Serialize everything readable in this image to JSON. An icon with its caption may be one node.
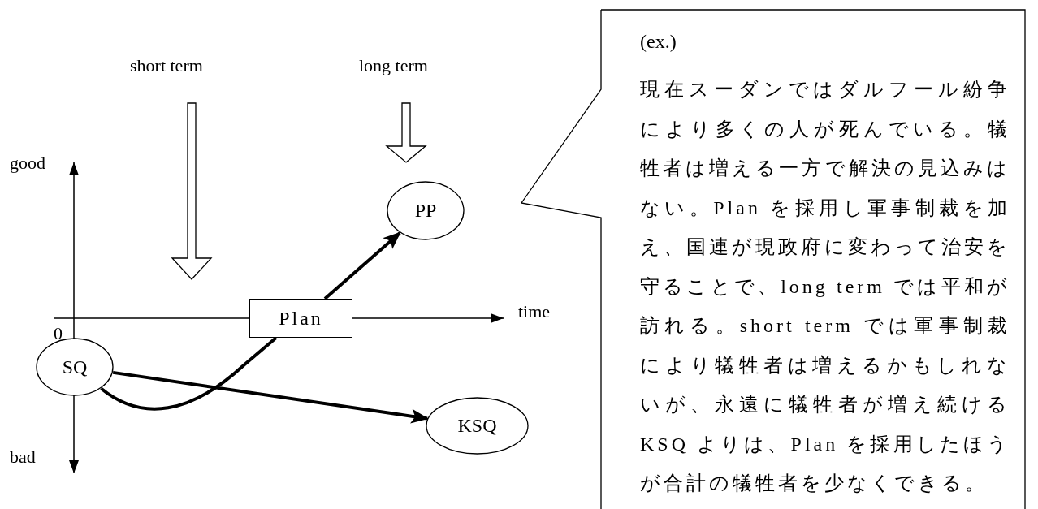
{
  "diagram": {
    "nodes": [
      {
        "text": [
          "SQ"
        ]
      },
      {
        "text": [
          "Plan"
        ]
      },
      {
        "text": [
          "PP"
        ]
      },
      {
        "text": [
          "KSQ"
        ]
      },
      {
        "text": [
          "(ex.)",
          "現在スーダンではダルフール紛争により多くの人が死んでいる。犠牲者は増える一方で解決の見込みはない。Plan を採用し軍事制裁を加え、国連が現政府に変わって治安を守ることで、long term では平和が訪れる。short term では軍事制裁により犠牲者は増えるかもしれないが、永遠に犠牲者が増え続ける KSQ よりは、Plan を採用したほうが合計の犠牲者を少なくできる。"
        ]
      }
    ],
    "edges": [
      {
        "from": 0,
        "to": 1,
        "arrow": "none"
      },
      {
        "from": 1,
        "to": 2,
        "arrow": "to"
      },
      {
        "from": 0,
        "to": 3,
        "arrow": "to"
      }
    ],
    "labels": [
      "short term",
      "long term",
      "good",
      "time",
      "0",
      "bad"
    ]
  }
}
